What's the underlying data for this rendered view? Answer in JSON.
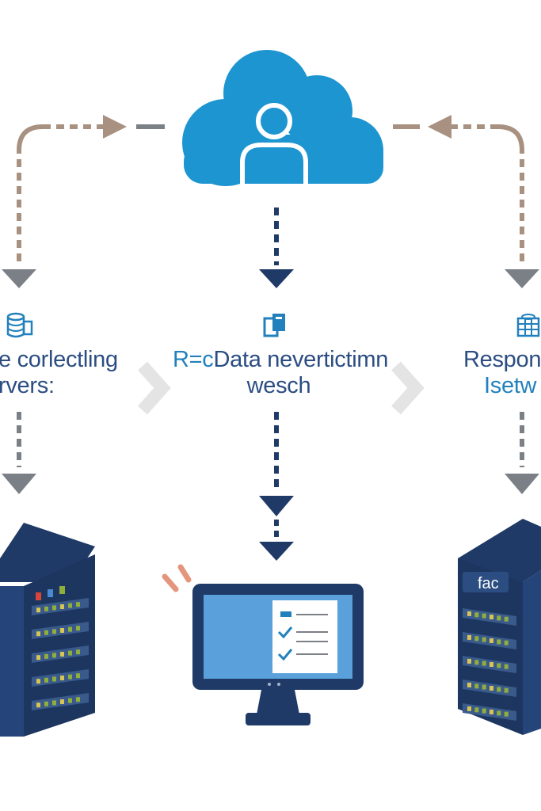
{
  "colors": {
    "cloud": "#1c95d1",
    "navy": "#1f3a66",
    "tan_arrow": "#a89180",
    "gray_arrow": "#7b8087",
    "label_navy": "#2b4d82",
    "label_blue": "#2281bd",
    "chevron": "#e4e4e4",
    "screen": "#5aa1db",
    "server_led_green": "#8fae3c",
    "server_led_red": "#d9453a",
    "accent_orange": "#e4967d"
  },
  "icons": {
    "top": "cloud-user-icon",
    "left_small": "database-icon",
    "center_small": "documents-icon",
    "right_small": "grid-database-icon",
    "left_device": "server-rack-icon",
    "center_device": "monitor-checklist-icon",
    "right_device": "server-rack-icon"
  },
  "labels": {
    "left": {
      "line1": "e corlectling",
      "line2": "rvers:"
    },
    "center": {
      "line1_prefix": "R=c",
      "line1_rest": "Data nevertictimn",
      "line2": "wesch"
    },
    "right": {
      "line1": "Respono",
      "line2": "Isetw"
    }
  },
  "server_right": {
    "tag": "fac"
  }
}
